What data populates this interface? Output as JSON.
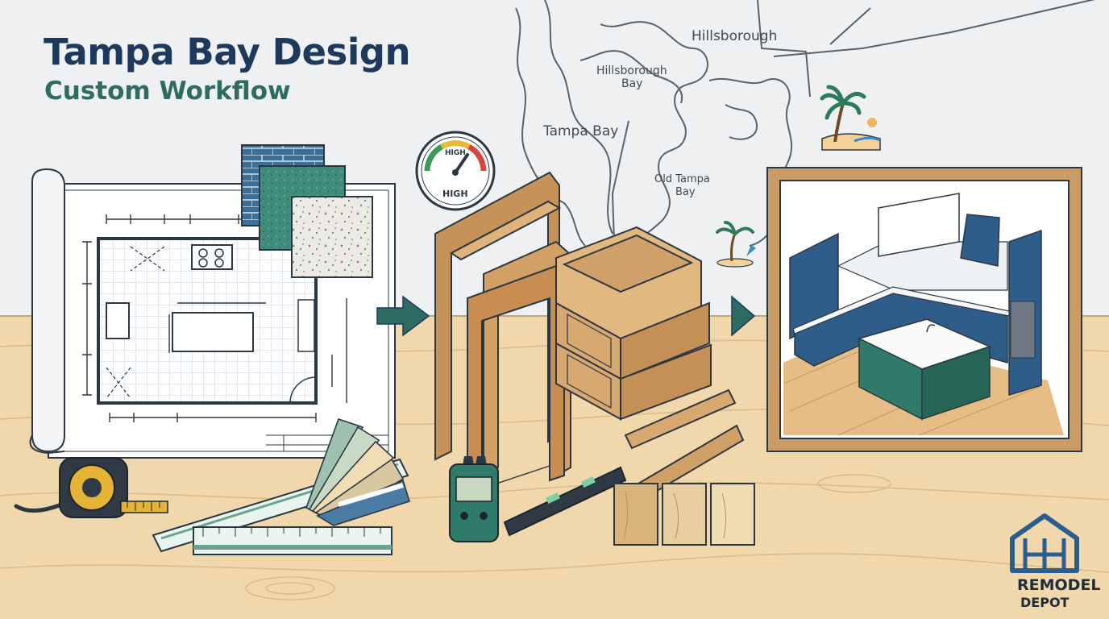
{
  "heading": {
    "title": "Tampa Bay Design",
    "subtitle": "Custom Workflow"
  },
  "map": {
    "labels": {
      "hillsborough": "Hillsborough",
      "hillsborough_bay_line1": "Hillsborough",
      "hillsborough_bay_line2": "Bay",
      "tampa_bay": "Tampa Bay",
      "old_tampa_bay_line1": "Old Tampa",
      "old_tampa_bay_line2": "Bay"
    }
  },
  "gauge": {
    "label_top": "HIGH",
    "label_bottom": "HIGH"
  },
  "brand": {
    "line1": "REMODEL",
    "line2": "DEPOT",
    "color": "#2c5d8f"
  },
  "colors": {
    "navy": "#1d3a5c",
    "teal": "#2e6b63",
    "cabinet_blue": "#2f5d8a",
    "island_green": "#2f7a69",
    "wood": "#d8b37a",
    "floor": "#f0d7ac"
  },
  "icons": [
    "blueprint-icon",
    "tile-samples-icon",
    "humidity-gauge-icon",
    "palm-tree-icon",
    "tape-measure-icon",
    "scale-ruler-icon",
    "color-swatch-fan-icon",
    "moisture-meter-icon",
    "level-tool-icon",
    "wood-sample-icon",
    "arrow-right-icon",
    "house-logo-icon"
  ]
}
